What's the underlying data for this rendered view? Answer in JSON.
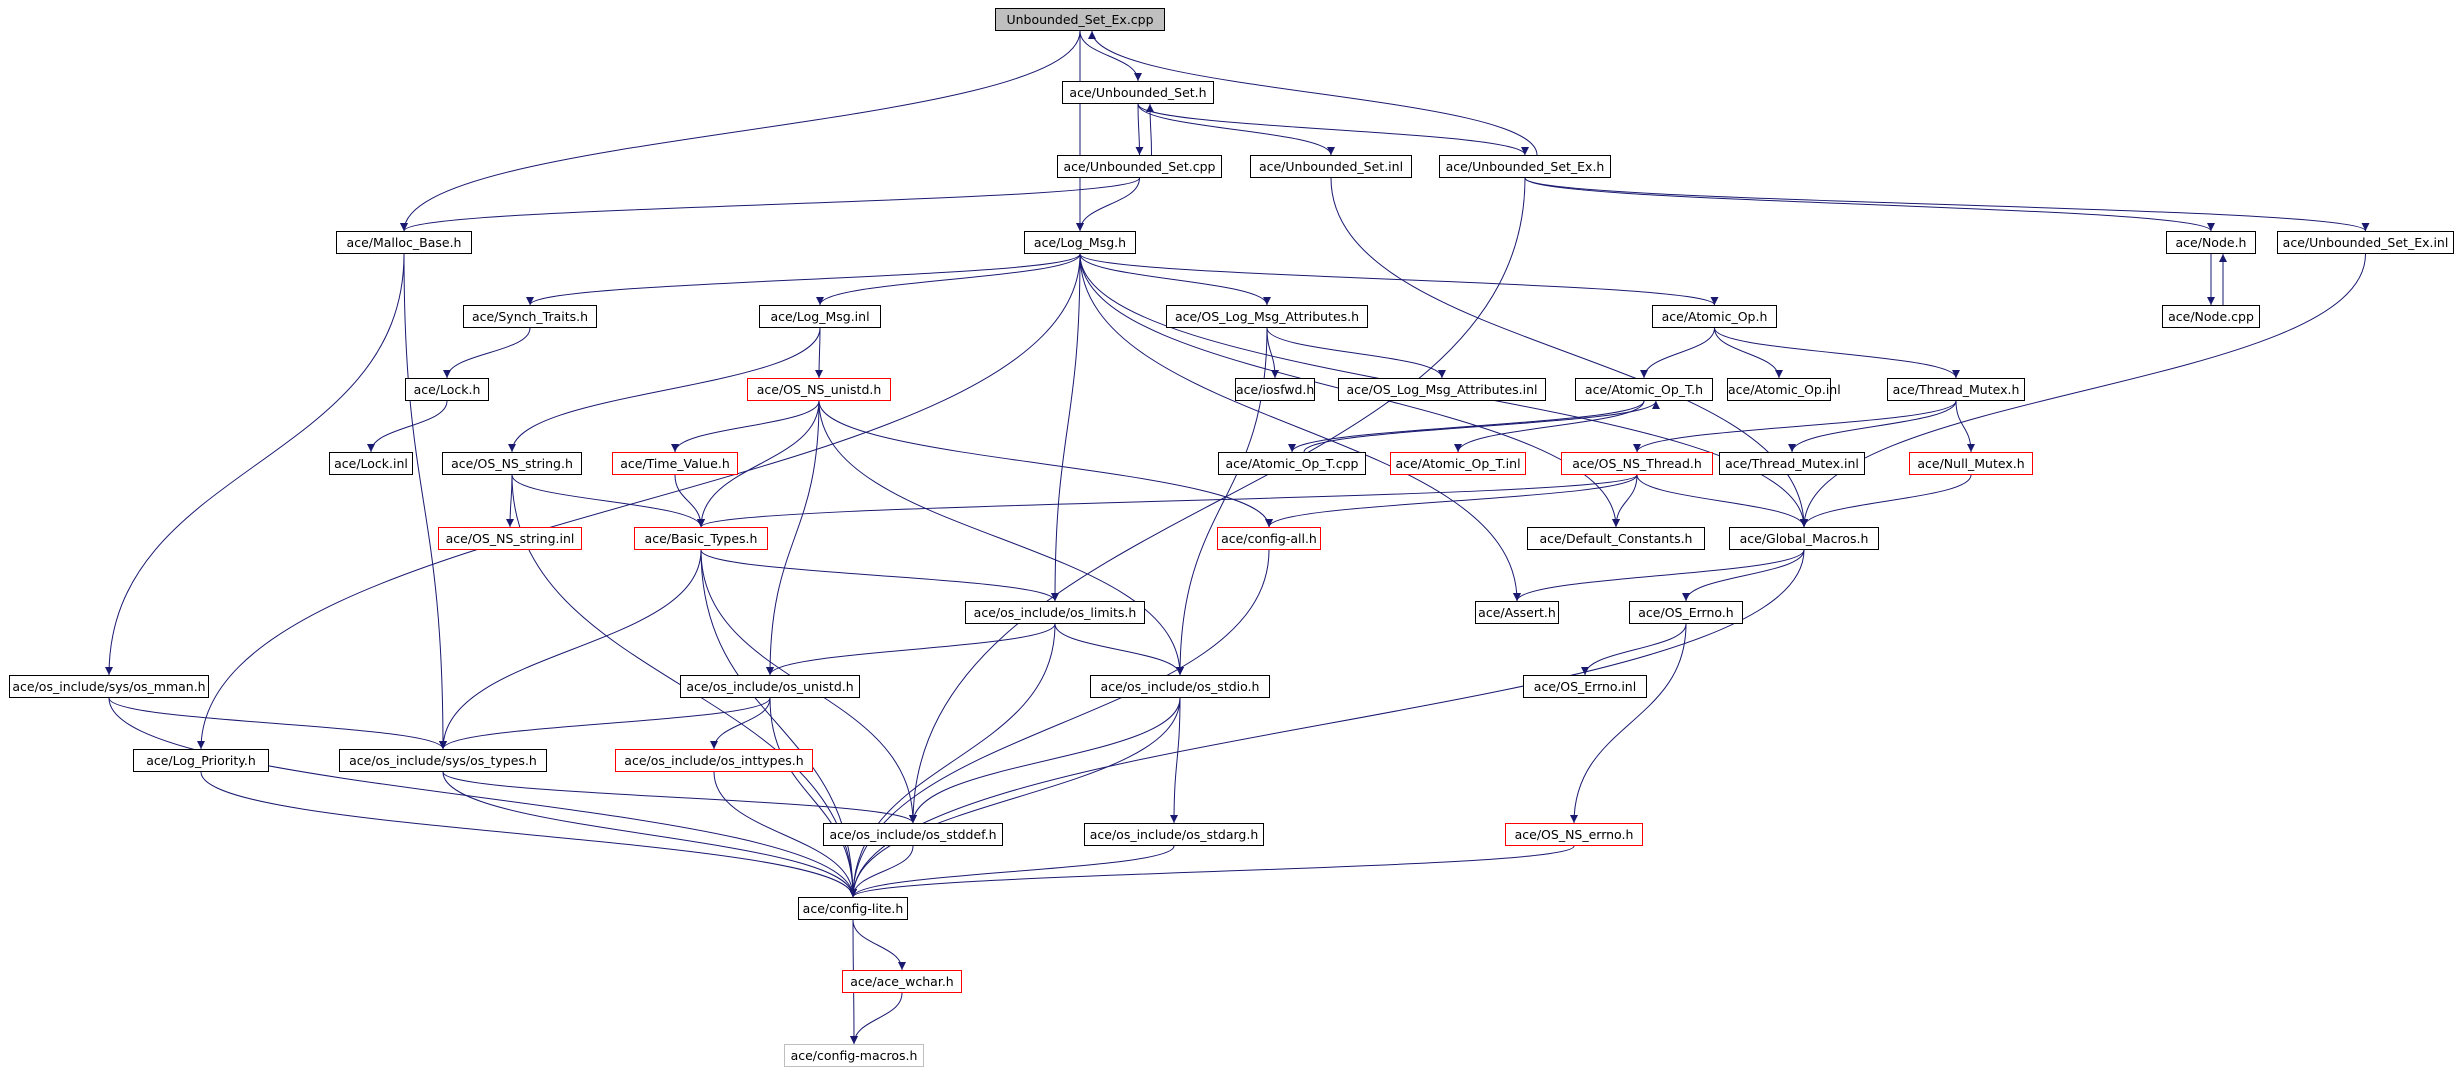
{
  "colors": {
    "edge": "#191970",
    "node_border": "#000000",
    "node_border_red": "#ff0000",
    "node_border_gray": "#bfbfbf",
    "root_fill": "#bfbfbf"
  },
  "nodes": [
    {
      "id": "n0",
      "label": "Unbounded_Set_Ex.cpp",
      "style": "root",
      "link": false
    },
    {
      "id": "n1",
      "label": "ace/Unbounded_Set.h",
      "style": "normal",
      "link": true
    },
    {
      "id": "n2",
      "label": "ace/Unbounded_Set.cpp",
      "style": "normal",
      "link": true
    },
    {
      "id": "n3",
      "label": "ace/Unbounded_Set.inl",
      "style": "normal",
      "link": true
    },
    {
      "id": "n4",
      "label": "ace/Unbounded_Set_Ex.h",
      "style": "normal",
      "link": true
    },
    {
      "id": "n5",
      "label": "ace/Malloc_Base.h",
      "style": "normal",
      "link": true
    },
    {
      "id": "n6",
      "label": "ace/Log_Msg.h",
      "style": "normal",
      "link": true
    },
    {
      "id": "n7",
      "label": "ace/Node.h",
      "style": "normal",
      "link": true
    },
    {
      "id": "n8",
      "label": "ace/Unbounded_Set_Ex.inl",
      "style": "normal",
      "link": true
    },
    {
      "id": "n9",
      "label": "ace/Node.cpp",
      "style": "normal",
      "link": true
    },
    {
      "id": "n10",
      "label": "ace/Synch_Traits.h",
      "style": "normal",
      "link": true
    },
    {
      "id": "n11",
      "label": "ace/Log_Msg.inl",
      "style": "normal",
      "link": true
    },
    {
      "id": "n12",
      "label": "ace/OS_Log_Msg_Attributes.h",
      "style": "normal",
      "link": true
    },
    {
      "id": "n13",
      "label": "ace/Atomic_Op.h",
      "style": "normal",
      "link": true
    },
    {
      "id": "n14",
      "label": "ace/Lock.h",
      "style": "normal",
      "link": true
    },
    {
      "id": "n15",
      "label": "ace/OS_NS_unistd.h",
      "style": "red",
      "link": true
    },
    {
      "id": "n16",
      "label": "ace/iosfwd.h",
      "style": "normal",
      "link": true
    },
    {
      "id": "n17",
      "label": "ace/OS_Log_Msg_Attributes.inl",
      "style": "normal",
      "link": true
    },
    {
      "id": "n18",
      "label": "ace/Atomic_Op_T.h",
      "style": "normal",
      "link": true
    },
    {
      "id": "n19",
      "label": "ace/Atomic_Op.inl",
      "style": "normal",
      "link": true
    },
    {
      "id": "n20",
      "label": "ace/Thread_Mutex.h",
      "style": "normal",
      "link": true
    },
    {
      "id": "n21",
      "label": "ace/Lock.inl",
      "style": "normal",
      "link": true
    },
    {
      "id": "n22",
      "label": "ace/OS_NS_string.h",
      "style": "normal",
      "link": true
    },
    {
      "id": "n23",
      "label": "ace/Time_Value.h",
      "style": "red",
      "link": true
    },
    {
      "id": "n24",
      "label": "ace/Atomic_Op_T.cpp",
      "style": "normal",
      "link": true
    },
    {
      "id": "n25",
      "label": "ace/Atomic_Op_T.inl",
      "style": "red",
      "link": true
    },
    {
      "id": "n26",
      "label": "ace/OS_NS_Thread.h",
      "style": "red",
      "link": true
    },
    {
      "id": "n27",
      "label": "ace/Thread_Mutex.inl",
      "style": "normal",
      "link": true
    },
    {
      "id": "n28",
      "label": "ace/Null_Mutex.h",
      "style": "red",
      "link": true
    },
    {
      "id": "n29",
      "label": "ace/OS_NS_string.inl",
      "style": "red",
      "link": true
    },
    {
      "id": "n30",
      "label": "ace/Basic_Types.h",
      "style": "red",
      "link": true
    },
    {
      "id": "n31",
      "label": "ace/config-all.h",
      "style": "red",
      "link": true
    },
    {
      "id": "n32",
      "label": "ace/Default_Constants.h",
      "style": "normal",
      "link": true
    },
    {
      "id": "n33",
      "label": "ace/Global_Macros.h",
      "style": "normal",
      "link": true
    },
    {
      "id": "n34",
      "label": "ace/os_include/os_limits.h",
      "style": "normal",
      "link": true
    },
    {
      "id": "n35",
      "label": "ace/Assert.h",
      "style": "normal",
      "link": true
    },
    {
      "id": "n36",
      "label": "ace/OS_Errno.h",
      "style": "normal",
      "link": true
    },
    {
      "id": "n37",
      "label": "ace/os_include/sys/os_mman.h",
      "style": "normal",
      "link": true
    },
    {
      "id": "n38",
      "label": "ace/os_include/os_unistd.h",
      "style": "normal",
      "link": true
    },
    {
      "id": "n39",
      "label": "ace/os_include/os_stdio.h",
      "style": "normal",
      "link": true
    },
    {
      "id": "n40",
      "label": "ace/OS_Errno.inl",
      "style": "normal",
      "link": true
    },
    {
      "id": "n41",
      "label": "ace/Log_Priority.h",
      "style": "normal",
      "link": true
    },
    {
      "id": "n42",
      "label": "ace/os_include/sys/os_types.h",
      "style": "normal",
      "link": true
    },
    {
      "id": "n43",
      "label": "ace/os_include/os_inttypes.h",
      "style": "red",
      "link": true
    },
    {
      "id": "n44",
      "label": "ace/os_include/os_stddef.h",
      "style": "normal",
      "link": true
    },
    {
      "id": "n45",
      "label": "ace/os_include/os_stdarg.h",
      "style": "normal",
      "link": true
    },
    {
      "id": "n46",
      "label": "ace/OS_NS_errno.h",
      "style": "red",
      "link": true
    },
    {
      "id": "n47",
      "label": "ace/config-lite.h",
      "style": "normal",
      "link": true
    },
    {
      "id": "n48",
      "label": "ace/ace_wchar.h",
      "style": "red",
      "link": true
    },
    {
      "id": "n49",
      "label": "ace/config-macros.h",
      "style": "gray",
      "link": false
    }
  ],
  "edges": [
    [
      "n0",
      "n1"
    ],
    [
      "n0",
      "n5"
    ],
    [
      "n0",
      "n6"
    ],
    [
      "n1",
      "n2"
    ],
    [
      "n1",
      "n3"
    ],
    [
      "n1",
      "n4"
    ],
    [
      "n2",
      "n1"
    ],
    [
      "n2",
      "n5"
    ],
    [
      "n2",
      "n6"
    ],
    [
      "n3",
      "n33"
    ],
    [
      "n4",
      "n0"
    ],
    [
      "n4",
      "n44"
    ],
    [
      "n4",
      "n7"
    ],
    [
      "n4",
      "n8"
    ],
    [
      "n5",
      "n37"
    ],
    [
      "n5",
      "n42"
    ],
    [
      "n6",
      "n10"
    ],
    [
      "n6",
      "n11"
    ],
    [
      "n6",
      "n12"
    ],
    [
      "n6",
      "n13"
    ],
    [
      "n6",
      "n41"
    ],
    [
      "n6",
      "n34"
    ],
    [
      "n6",
      "n35"
    ],
    [
      "n6",
      "n32"
    ],
    [
      "n6",
      "n33"
    ],
    [
      "n7",
      "n9"
    ],
    [
      "n9",
      "n7"
    ],
    [
      "n8",
      "n33"
    ],
    [
      "n10",
      "n14"
    ],
    [
      "n14",
      "n21"
    ],
    [
      "n11",
      "n15"
    ],
    [
      "n11",
      "n22"
    ],
    [
      "n12",
      "n16"
    ],
    [
      "n12",
      "n17"
    ],
    [
      "n12",
      "n39"
    ],
    [
      "n13",
      "n18"
    ],
    [
      "n13",
      "n19"
    ],
    [
      "n13",
      "n20"
    ],
    [
      "n18",
      "n24"
    ],
    [
      "n18",
      "n25"
    ],
    [
      "n24",
      "n18"
    ],
    [
      "n20",
      "n26"
    ],
    [
      "n20",
      "n27"
    ],
    [
      "n20",
      "n28"
    ],
    [
      "n15",
      "n23"
    ],
    [
      "n15",
      "n30"
    ],
    [
      "n15",
      "n31"
    ],
    [
      "n15",
      "n38"
    ],
    [
      "n15",
      "n39"
    ],
    [
      "n22",
      "n29"
    ],
    [
      "n22",
      "n30"
    ],
    [
      "n22",
      "n47"
    ],
    [
      "n23",
      "n30"
    ],
    [
      "n26",
      "n30"
    ],
    [
      "n26",
      "n31"
    ],
    [
      "n26",
      "n32"
    ],
    [
      "n26",
      "n33"
    ],
    [
      "n28",
      "n33"
    ],
    [
      "n30",
      "n34"
    ],
    [
      "n30",
      "n42"
    ],
    [
      "n30",
      "n44"
    ],
    [
      "n30",
      "n47"
    ],
    [
      "n31",
      "n47"
    ],
    [
      "n33",
      "n35"
    ],
    [
      "n33",
      "n36"
    ],
    [
      "n33",
      "n47"
    ],
    [
      "n36",
      "n40"
    ],
    [
      "n36",
      "n46"
    ],
    [
      "n34",
      "n38"
    ],
    [
      "n34",
      "n39"
    ],
    [
      "n34",
      "n47"
    ],
    [
      "n37",
      "n42"
    ],
    [
      "n37",
      "n47"
    ],
    [
      "n38",
      "n42"
    ],
    [
      "n38",
      "n43"
    ],
    [
      "n38",
      "n47"
    ],
    [
      "n39",
      "n44"
    ],
    [
      "n39",
      "n45"
    ],
    [
      "n39",
      "n47"
    ],
    [
      "n41",
      "n47"
    ],
    [
      "n42",
      "n44"
    ],
    [
      "n42",
      "n47"
    ],
    [
      "n43",
      "n47"
    ],
    [
      "n44",
      "n47"
    ],
    [
      "n45",
      "n47"
    ],
    [
      "n46",
      "n47"
    ],
    [
      "n47",
      "n48"
    ],
    [
      "n47",
      "n49"
    ],
    [
      "n48",
      "n49"
    ]
  ]
}
